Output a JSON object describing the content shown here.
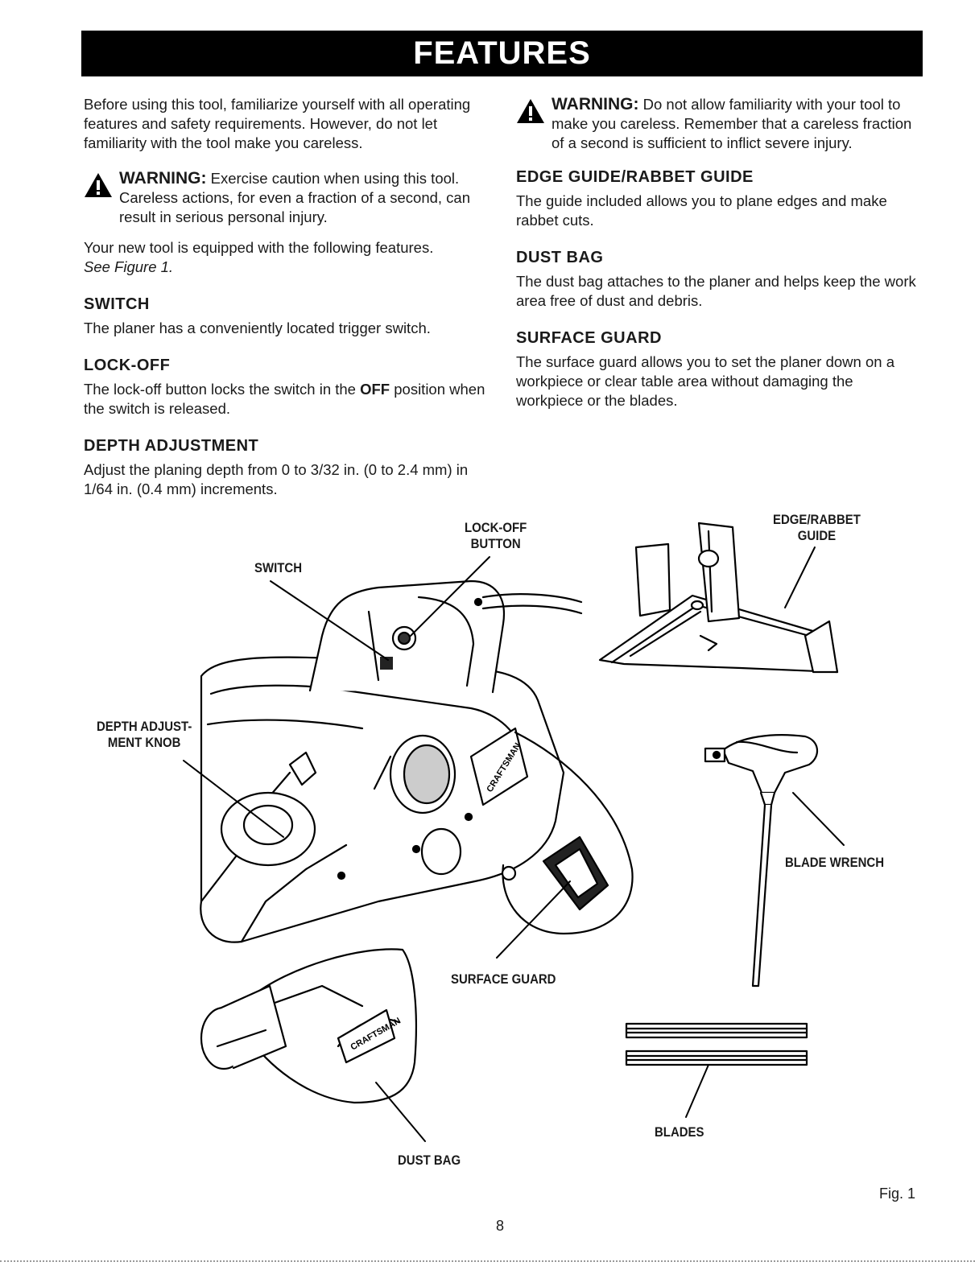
{
  "header": {
    "title": "FEATURES"
  },
  "left": {
    "intro": "Before using this tool, familiarize yourself with all operating features and safety requirements. However, do not let familiarity with the tool make you careless.",
    "warning": {
      "label": "WARNING:",
      "text": " Exercise caution when using this tool. Careless actions, for even a fraction of a second, can result in serious personal injury."
    },
    "equipped": "Your new tool is equipped with the following features.",
    "see_figure": "See Figure 1.",
    "sections": [
      {
        "heading": "SWITCH",
        "body": "The planer has a conveniently located trigger switch."
      },
      {
        "heading": "LOCK-OFF",
        "body_pre": "The lock-off button locks the switch in the ",
        "body_bold": "OFF",
        "body_post": " position when the switch is released."
      },
      {
        "heading": "DEPTH ADJUSTMENT",
        "body": "Adjust the planing depth from 0 to 3/32 in. (0 to 2.4 mm) in 1/64 in. (0.4 mm) increments."
      }
    ]
  },
  "right": {
    "warning": {
      "label": "WARNING:",
      "text": " Do not allow familiarity with your tool to make you careless. Remember that a careless fraction of a second is sufficient to inflict severe injury."
    },
    "sections": [
      {
        "heading": "EDGE GUIDE/RABBET GUIDE",
        "body": "The guide included allows you to plane edges and make rabbet cuts."
      },
      {
        "heading": "DUST BAG",
        "body": "The dust bag attaches to the planer and helps keep the work area free of dust and debris."
      },
      {
        "heading": "SURFACE GUARD",
        "body": "The surface guard allows you to set the planer down on a workpiece or clear table area without damaging the workpiece or the blades."
      }
    ]
  },
  "figure": {
    "callouts": {
      "lock_off_1": "LOCK-OFF",
      "lock_off_2": "BUTTON",
      "switch": "SWITCH",
      "edge_1": "EDGE/RABBET",
      "edge_2": "GUIDE",
      "depth_1": "DEPTH ADJUST-",
      "depth_2": "MENT KNOB",
      "blade_wrench": "BLADE WRENCH",
      "surface_guard": "SURFACE GUARD",
      "dust_bag": "DUST BAG",
      "blades": "BLADES"
    },
    "brand_text": "CRAFTSMAN",
    "label": "Fig. 1"
  },
  "page_number": "8",
  "colors": {
    "banner_bg": "#000000",
    "banner_text": "#ffffff",
    "text": "#1a1a1a"
  },
  "icons": [
    "warning-triangle-icon"
  ]
}
